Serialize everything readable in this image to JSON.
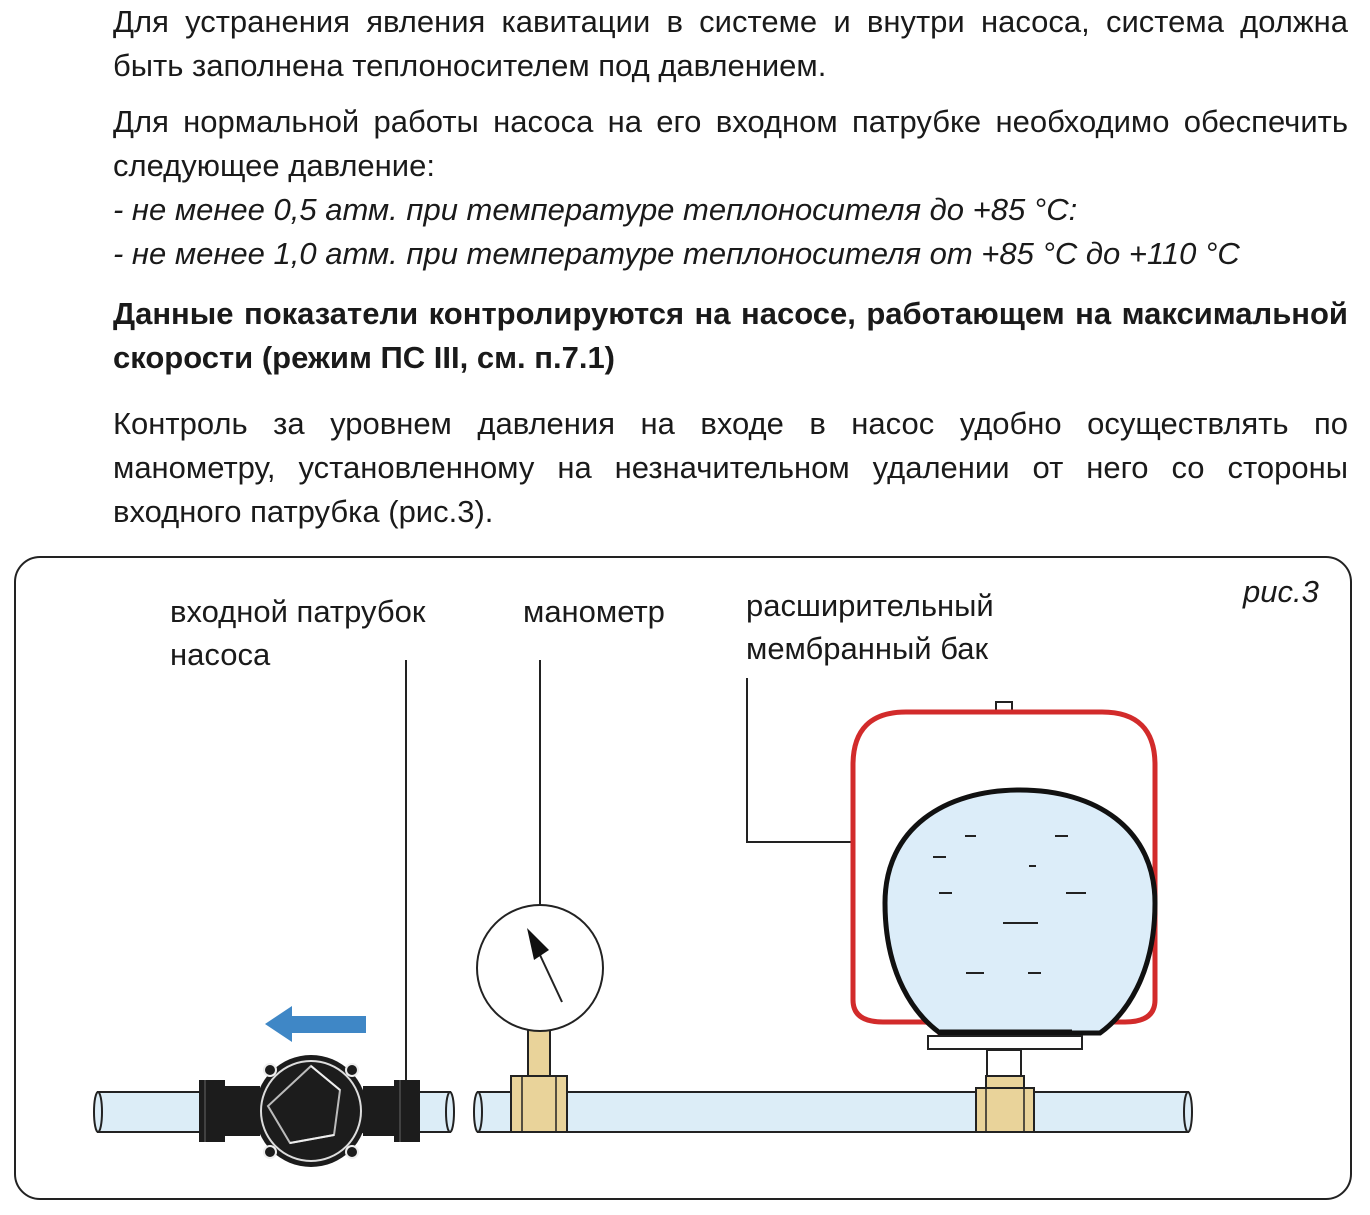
{
  "paragraphs": {
    "p1": "Для устранения явления кавитации в системе и внутри насоса, система должна быть заполнена теплоносителем под давлением.",
    "p2": "Для нормальной работы насоса на   его входном патрубке необходимо обеспечить следующее давление:",
    "p2_line1": "- не менее 0,5 атм. при температуре теплоносителя до +85 °С:",
    "p2_line2": "- не менее 1,0 атм. при температуре теплоносителя от +85 °С до +110 °С",
    "p3": "Данные показатели контролируются на насосе, работающем на максимальной скорости (режим ПС III, см. п.7.1)",
    "p4": "Контроль за уровнем давления на входе в насос удобно осуществлять по манометру, установленному на незначительном удалении от него со стороны входного патрубка (рис.3)."
  },
  "figure": {
    "caption": "рис.3",
    "label_inlet_1": "входной патрубок",
    "label_inlet_2": "насоса",
    "label_gauge": "манометр",
    "label_tank_1": "расширительный",
    "label_tank_2": "мембранный бак"
  },
  "colors": {
    "pipe": "#dcedf7",
    "tank_outline": "#d22b2b",
    "membrane_fill": "#dcedf9",
    "fitting": "#e9d39a",
    "arrow": "#3f87c6",
    "pump": "#1c1c1c"
  }
}
